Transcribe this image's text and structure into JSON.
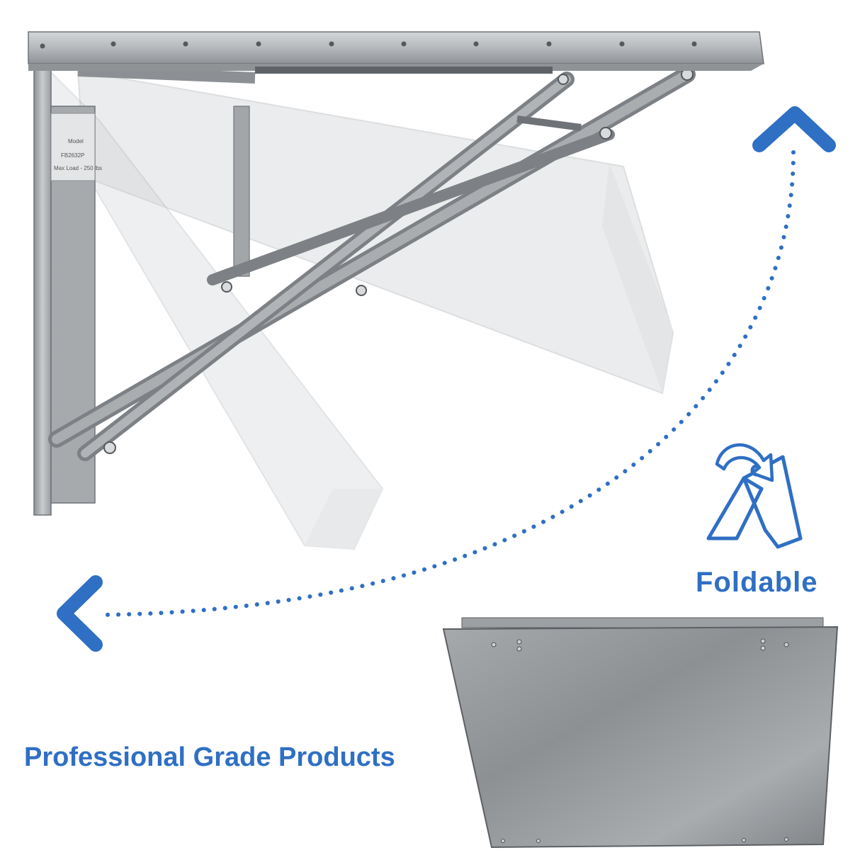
{
  "captions": {
    "foldable": "Foldable",
    "professional": "Professional Grade Products"
  },
  "label_plate": {
    "line1": "Model",
    "line2": "FB2632P",
    "line3": "Max Load - 250 lbs"
  },
  "icons": [
    "fold-arrow-icon",
    "folding-tag-icon",
    "chevron-up-icon",
    "chevron-left-icon"
  ],
  "colors": {
    "accent": "#2f6fc4",
    "steel": "#b9bcbf",
    "steel_dark": "#6f7378",
    "background": "#ffffff"
  }
}
